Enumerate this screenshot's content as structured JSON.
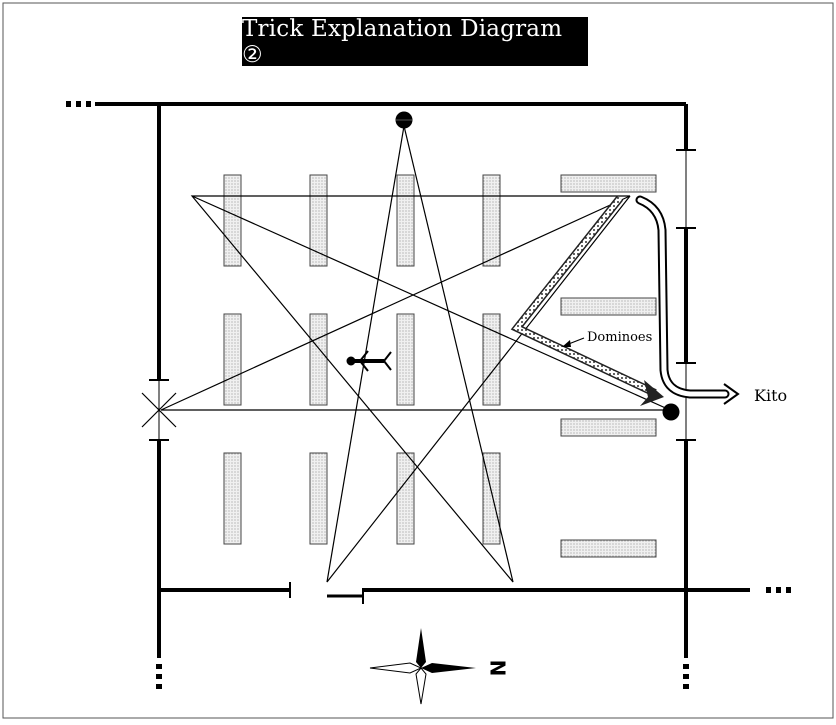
{
  "title": "Trick Explanation Diagram ②",
  "labels": {
    "dominoes": "Dominoes",
    "kito": "Kito"
  },
  "icons": [
    "compass-icon",
    "person-icon",
    "arrow-icon"
  ],
  "colors": {
    "title_bg": "#000000",
    "title_fg": "#ffffff",
    "tile_fill": "#e8e8e8",
    "line": "#000000"
  }
}
